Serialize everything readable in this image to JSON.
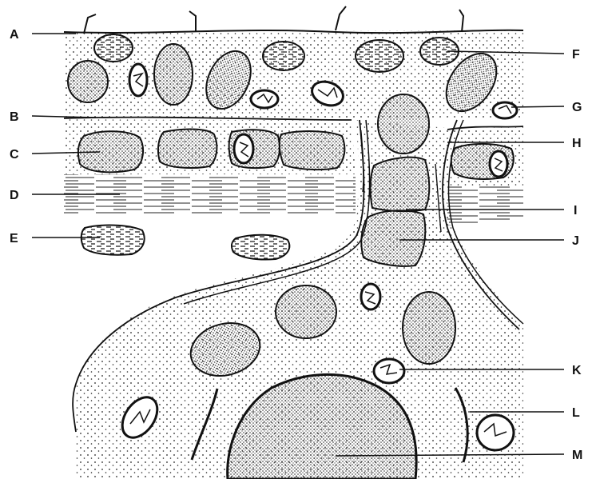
{
  "figure": {
    "labels": [
      {
        "key": "A",
        "text": "A"
      },
      {
        "key": "B",
        "text": "B"
      },
      {
        "key": "C",
        "text": "C"
      },
      {
        "key": "D",
        "text": "D"
      },
      {
        "key": "E",
        "text": "E"
      },
      {
        "key": "F",
        "text": "F"
      },
      {
        "key": "G",
        "text": "G"
      },
      {
        "key": "H",
        "text": "H"
      },
      {
        "key": "I",
        "text": "I"
      },
      {
        "key": "J",
        "text": "J"
      },
      {
        "key": "K",
        "text": "K"
      },
      {
        "key": "L",
        "text": "L"
      },
      {
        "key": "M",
        "text": "M"
      }
    ],
    "colors": {
      "ink": "#111111",
      "background": "#ffffff",
      "stipple": "#222222"
    }
  }
}
